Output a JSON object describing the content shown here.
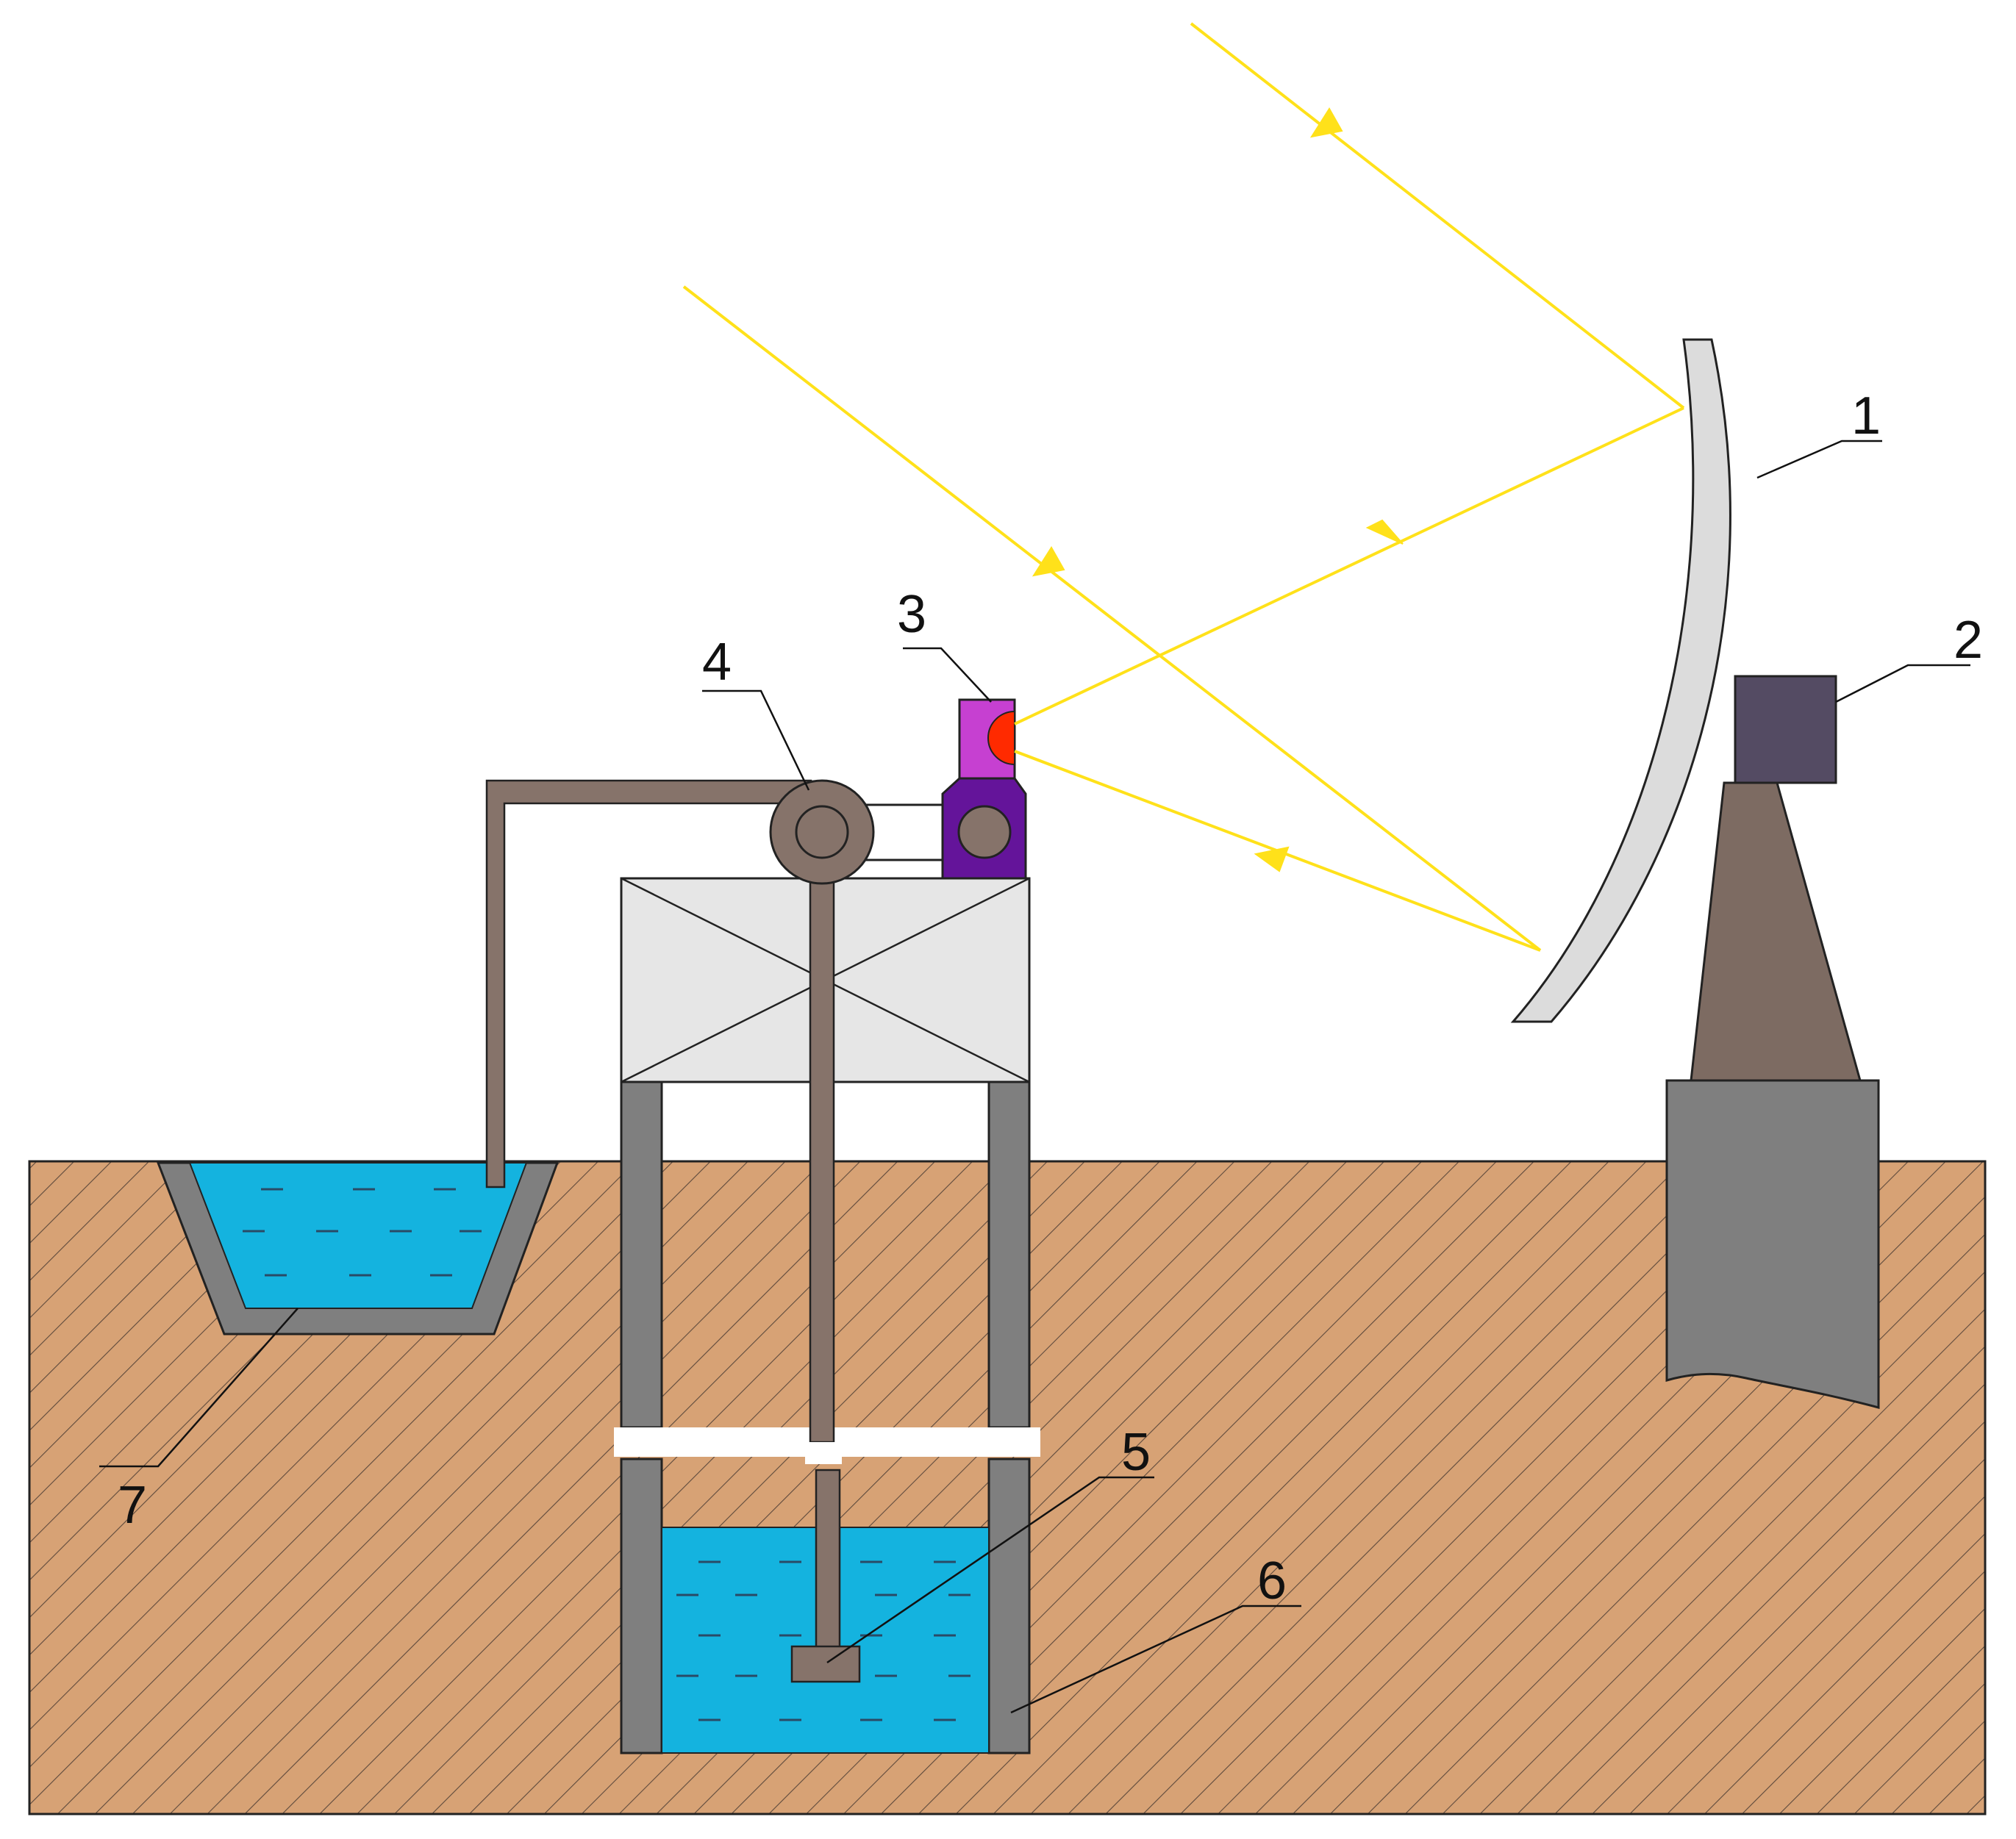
{
  "callouts": [
    {
      "id": "1",
      "label": "1"
    },
    {
      "id": "2",
      "label": "2"
    },
    {
      "id": "3",
      "label": "3"
    },
    {
      "id": "4",
      "label": "4"
    },
    {
      "id": "5",
      "label": "5"
    },
    {
      "id": "6",
      "label": "6"
    },
    {
      "id": "7",
      "label": "7"
    }
  ],
  "colors": {
    "background": "#ffffff",
    "soil": "#d7a275",
    "soil_hatch": "#5e4a3c",
    "water": "#14b3df",
    "water_dash": "#2a4a66",
    "wall_gray": "#7f7f7f",
    "pipe_brown": "#86736a",
    "mirror": "#dcdcdc",
    "tracker_box": "#544b63",
    "stand_cone": "#7d6b62",
    "receiver_top": "#c640d1",
    "receiver_bottom": "#64149a",
    "receiver_focus": "#ff2a00",
    "tank_frame": "#e6e6e6",
    "sun_ray": "#ffe11a"
  }
}
